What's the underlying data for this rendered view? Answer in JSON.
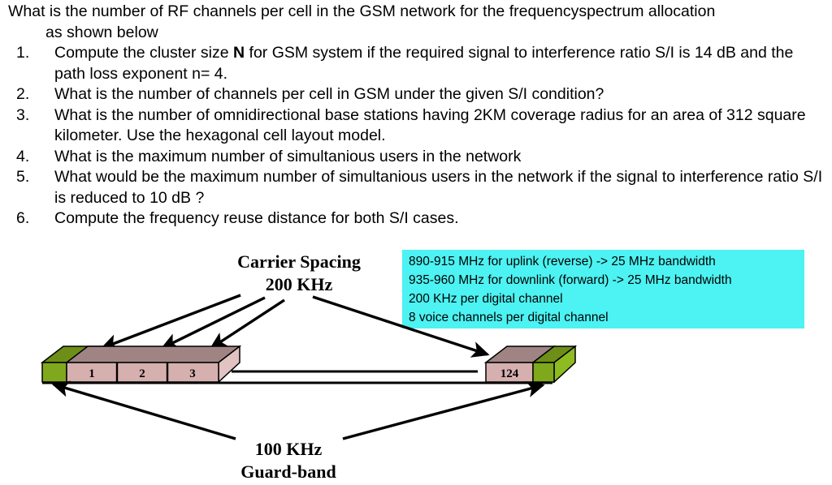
{
  "intro": {
    "line1": "What is the number of RF channels per cell in the GSM network for the frequencyspectrum allocation",
    "line2": "as shown below"
  },
  "questions": [
    {
      "num": "1.",
      "pre": "Compute the cluster size ",
      "bold": "N",
      "post": " for GSM system if the required signal to interference ratio S/I is 14 dB and the path loss exponent n= 4."
    },
    {
      "num": "2.",
      "pre": "What is the number of  channels  per cell in GSM under the given S/I condition?",
      "bold": "",
      "post": ""
    },
    {
      "num": "3.",
      "pre": "What is the number of omnidirectional base stations having 2KM coverage radius for an area of 312 square kilometer. Use the hexagonal cell layout model.",
      "bold": "",
      "post": ""
    },
    {
      "num": "4.",
      "pre": "What is the maximum number of simultanious users in the network",
      "bold": "",
      "post": ""
    },
    {
      "num": "5.",
      "pre": "What would be the maximum number of simultanious users in the network if the signal to interference ratio S/I is reduced to 10 dB ?",
      "bold": "",
      "post": ""
    },
    {
      "num": "6.",
      "pre": "Compute the frequency reuse distance for both S/I cases.",
      "bold": "",
      "post": ""
    }
  ],
  "diagram": {
    "carrier_label_line1": "Carrier Spacing",
    "carrier_label_line2": "200 KHz",
    "guard_label_line1": "100 KHz",
    "guard_label_line2": "Guard-band",
    "channels": [
      "1",
      "2",
      "3",
      "124"
    ],
    "info_box": {
      "background": "#4DF2F2",
      "lines": [
        "890-915 MHz for uplink (reverse) -> 25 MHz bandwidth",
        "935-960 MHz for downlink (forward) -> 25 MHz bandwidth",
        "200 KHz per digital channel",
        "8 voice channels per digital channel"
      ]
    },
    "colors": {
      "guard_top": "#6E8F17",
      "guard_front": "#7FA81C",
      "guard_side": "#8FBB22",
      "channel_top": "#A08484",
      "channel_front": "#D6AFAF",
      "channel_side": "#E3C2C2",
      "outline": "#000000"
    }
  }
}
